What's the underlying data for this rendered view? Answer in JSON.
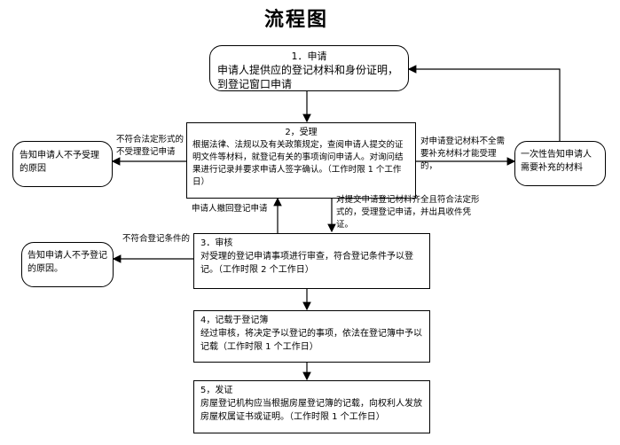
{
  "title": "流程图",
  "steps": {
    "apply": {
      "heading": "1．申请",
      "body": "申请人提供应的登记材料和身份证明，到登记窗口申请"
    },
    "accept": {
      "heading": "2，受理",
      "body": "根据法律、法规以及有关政策规定，查阅申请人提交的证明文件等材料，就登记有关的事项询问申请人。对询问结果进行记录并要求申请人签字确认。（工作时限 1 个工作日）"
    },
    "review": {
      "heading": "3．审核",
      "body": "对受理的登记申请事项进行审查，符合登记条件予以登记。（工作时限 2 个工作日）"
    },
    "record": {
      "heading": "4，记载于登记簿",
      "body": "经过审核，将决定予以登记的事项，依法在登记簿中予以记载（工作时限 1 个工作日）"
    },
    "issue": {
      "heading": "5，发证",
      "body": "房屋登记机构应当根据房屋登记簿的记载，向权利人发放房屋权属证书或证明。（工作时限 1 个工作日）"
    }
  },
  "side_boxes": {
    "reject_accept": "告知申请人不予受理的原因",
    "reject_register": "告知申请人不予登记的原因。",
    "supplement": "一次性告知申请人需要补充的材料"
  },
  "labels": {
    "not_statutory": "不符合法定形式的不受理登记申请",
    "incomplete": "对申请登记材料不全需要补充材料才能受理的，",
    "withdraw": "申请人撤回登记申请",
    "complete": "对提交申请登记材料齐全且符合法定形式的，受理登记申请，并出具收件凭证。",
    "not_conditions": "不符合登记条件的"
  }
}
